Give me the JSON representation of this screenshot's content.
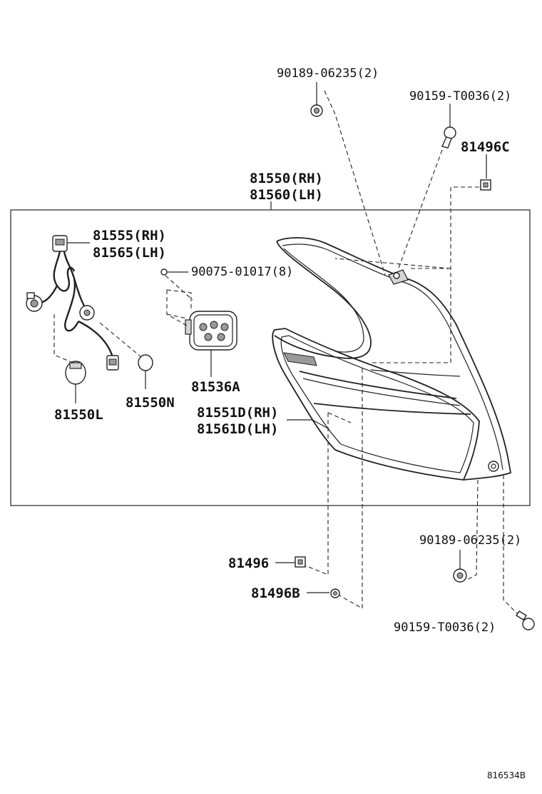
{
  "diagram": {
    "drawing_id": "816534B",
    "callouts": [
      {
        "id": "clip-top-left",
        "text": "90189-06235(2)"
      },
      {
        "id": "screw-top-right",
        "text": "90159-T0036(2)"
      },
      {
        "id": "nut-top",
        "text": "81496C"
      },
      {
        "id": "lamp-assy-rh",
        "text": "81550(RH)"
      },
      {
        "id": "lamp-assy-lh",
        "text": "81560(LH)"
      },
      {
        "id": "socket-rh",
        "text": "81555(RH)"
      },
      {
        "id": "socket-lh",
        "text": "81565(LH)"
      },
      {
        "id": "screw-small",
        "text": "90075-01017(8)"
      },
      {
        "id": "bulb-l",
        "text": "81550L"
      },
      {
        "id": "bulb-n",
        "text": "81550N"
      },
      {
        "id": "socket-plate",
        "text": "81536A"
      },
      {
        "id": "lens-rh",
        "text": "81551D(RH)"
      },
      {
        "id": "lens-lh",
        "text": "81561D(LH)"
      },
      {
        "id": "clip-bottom-right",
        "text": "90189-06235(2)"
      },
      {
        "id": "nut-bottom-1",
        "text": "81496"
      },
      {
        "id": "nut-bottom-2",
        "text": "81496B"
      },
      {
        "id": "screw-bottom-right",
        "text": "90159-T0036(2)"
      }
    ]
  }
}
